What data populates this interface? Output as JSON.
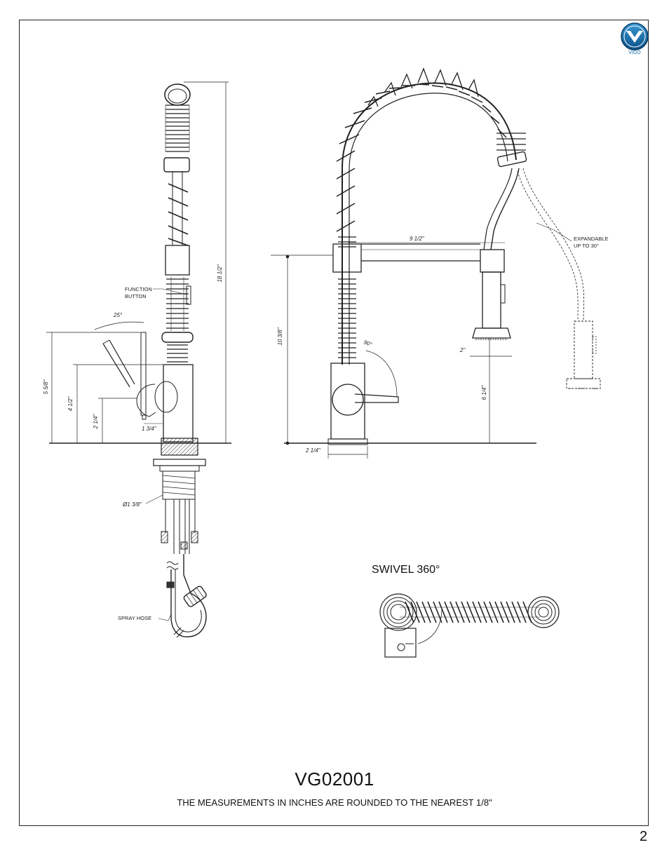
{
  "brand": {
    "name": "VIGO",
    "color": "#1a6fa8"
  },
  "swivel_label": "SWIVEL 360°",
  "model": "VG02001",
  "note": "THE MEASUREMENTS IN INCHES ARE ROUNDED TO THE NEAREST 1/8\"",
  "page_number": "2",
  "side_view": {
    "overall_height": "18 1/2\"",
    "handle_angle": "25°",
    "height_a": "5 5/8\"",
    "height_b": "4 1/2\"",
    "height_c": "2 1/4\"",
    "base_offset": "1 3/4\"",
    "hole_diameter": "Ø1 3/8\"",
    "function_button_line1": "FUNCTION",
    "function_button_line2": "BUTTON",
    "spray_hose": "SPRAY HOSE"
  },
  "front_view": {
    "spout_reach": "9 1/2\"",
    "spout_height": "10 3/8\"",
    "handle_rotation": "90°",
    "base_width": "2 1/4\"",
    "spray_head_height": "2\"",
    "spray_clearance": "6 1/4\"",
    "expandable_line1": "EXPANDABLE",
    "expandable_line2": "UP TO 30°"
  }
}
